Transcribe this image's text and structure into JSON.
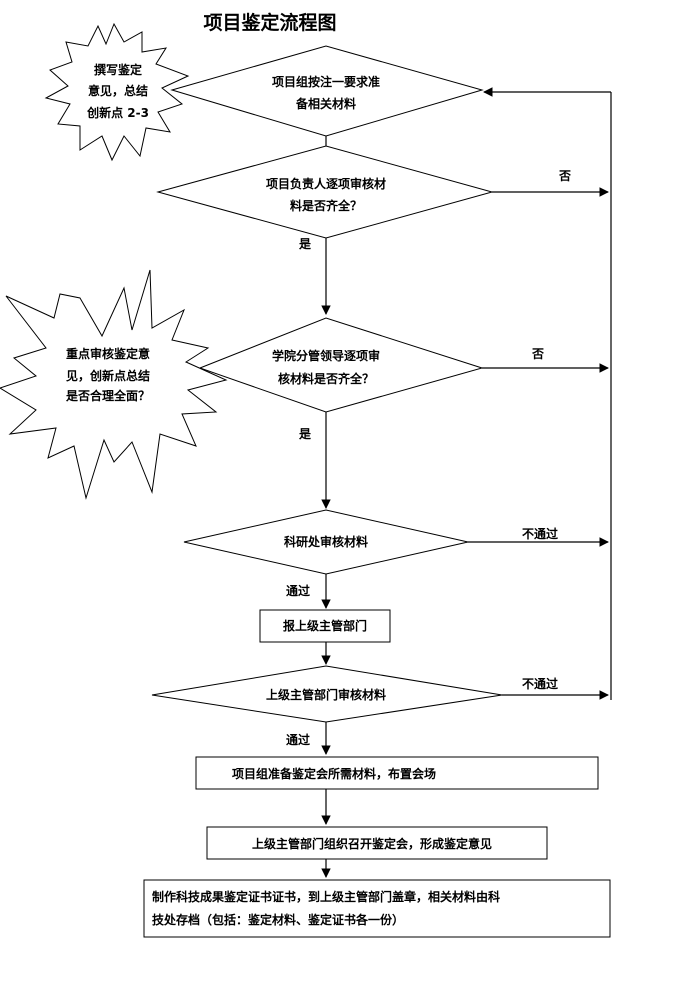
{
  "title": "项目鉴定流程图",
  "starburst_top": [
    "撰写鉴定",
    "意见，总结",
    "创新点 2-3"
  ],
  "starburst_left": [
    "重点审核鉴定意",
    "见，创新点总结",
    "是否合理全面？"
  ],
  "decision_1": [
    "项目组按注一要求准",
    "备相关材料"
  ],
  "decision_2": [
    "项目负责人逐项审核材",
    "料是否齐全？"
  ],
  "decision_3": [
    "学院分管领导逐项审",
    "核材料是否齐全？"
  ],
  "decision_4": [
    "科研处审核材料"
  ],
  "decision_5": [
    "上级主管部门审核材料"
  ],
  "box_1": "报上级主管部门",
  "box_2": "项目组准备鉴定会所需材料，布置会场",
  "box_3": "上级主管部门组织召开鉴定会，形成鉴定意见",
  "box_4": [
    "制作科技成果鉴定证书证书，到上级主管部门盖章，相关材料由科",
    "技处存档（包括：鉴定材料、鉴定证书各一份）"
  ],
  "labels": {
    "no": "否",
    "yes": "是",
    "fail": "不通过",
    "pass": "通过"
  }
}
